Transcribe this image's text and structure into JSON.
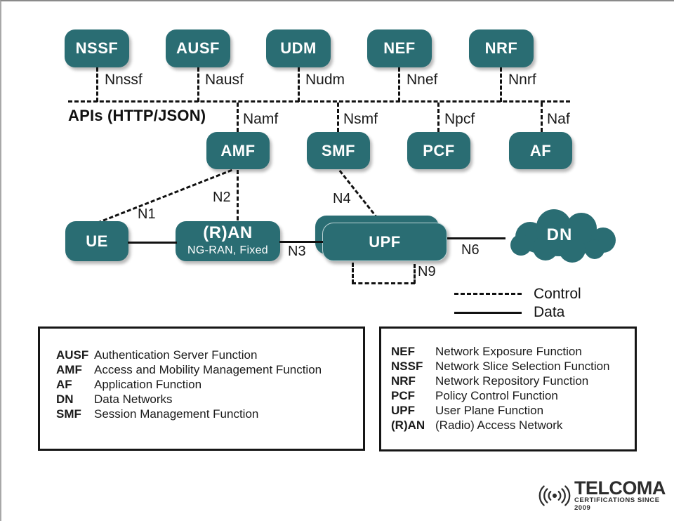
{
  "diagram": {
    "bus_label": "APIs (HTTP/JSON)",
    "top_nfs": [
      {
        "label": "NSSF",
        "ref": "Nnssf"
      },
      {
        "label": "AUSF",
        "ref": "Nausf"
      },
      {
        "label": "UDM",
        "ref": "Nudm"
      },
      {
        "label": "NEF",
        "ref": "Nnef"
      },
      {
        "label": "NRF",
        "ref": "Nnrf"
      }
    ],
    "mid_nfs": [
      {
        "label": "AMF",
        "ref": "Namf"
      },
      {
        "label": "SMF",
        "ref": "Nsmf"
      },
      {
        "label": "PCF",
        "ref": "Npcf"
      },
      {
        "label": "AF",
        "ref": "Naf"
      }
    ],
    "nodes": {
      "ue": "UE",
      "ran_title": "(R)AN",
      "ran_subtitle": "NG-RAN, Fixed",
      "upf": "UPF",
      "dn": "DN"
    },
    "interfaces": {
      "n1": "N1",
      "n2": "N2",
      "n3": "N3",
      "n4": "N4",
      "n6": "N6",
      "n9": "N9"
    },
    "legend": {
      "control": "Control",
      "data": "Data"
    }
  },
  "glossary_left": {
    "rows": [
      {
        "abbr": "AUSF",
        "def": "Authentication Server Function"
      },
      {
        "abbr": "AMF",
        "def": "Access and Mobility Management Function"
      },
      {
        "abbr": "AF",
        "def": "Application Function"
      },
      {
        "abbr": "DN",
        "def": "Data Networks"
      },
      {
        "abbr": "SMF",
        "def": "Session Management Function"
      }
    ]
  },
  "glossary_right": {
    "rows": [
      {
        "abbr": "NEF",
        "def": "Network Exposure Function"
      },
      {
        "abbr": "NSSF",
        "def": "Network Slice Selection Function"
      },
      {
        "abbr": "NRF",
        "def": "Network Repository Function"
      },
      {
        "abbr": "PCF",
        "def": "Policy Control Function"
      },
      {
        "abbr": "UPF",
        "def": "User Plane Function"
      },
      {
        "abbr": "(R)AN",
        "def": "(Radio) Access Network"
      }
    ]
  },
  "logo": {
    "name": "TELCOMA",
    "tagline": "CERTIFICATIONS SINCE 2009"
  },
  "colors": {
    "teal": "#2a6d73",
    "line": "#111111"
  }
}
